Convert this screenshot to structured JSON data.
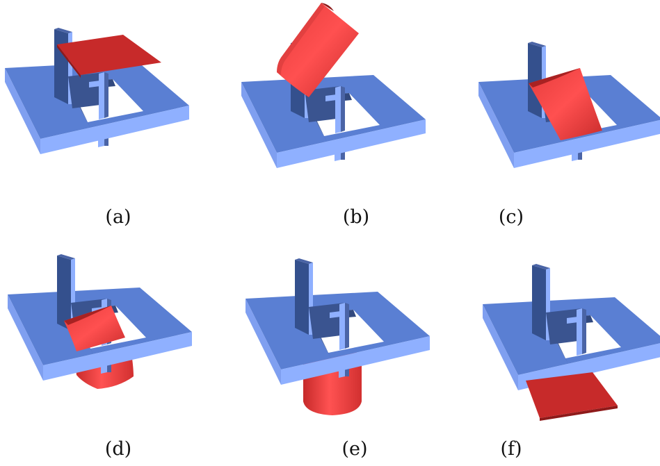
{
  "figure": {
    "panels": [
      {
        "id": "a",
        "caption": "(a)",
        "sheet_state": "flat sheet hovering above the frame"
      },
      {
        "id": "b",
        "caption": "(b)",
        "sheet_state": "sheet rolled into a curved shell, tilted above the slot"
      },
      {
        "id": "c",
        "caption": "(c)",
        "sheet_state": "curved shell entering the slot"
      },
      {
        "id": "d",
        "caption": "(d)",
        "sheet_state": "curved shell passing through the slot"
      },
      {
        "id": "e",
        "caption": "(e)",
        "sheet_state": "half-cylinder shell below the frame"
      },
      {
        "id": "f",
        "caption": "(f)",
        "sheet_state": "flat sheet below the frame"
      }
    ],
    "colors": {
      "frame_top": "#5a7fd3",
      "frame_side_light": "#8fb0ff",
      "frame_dark": "#32497e",
      "sheet_light": "#f24848",
      "sheet_dark": "#b82424"
    }
  }
}
